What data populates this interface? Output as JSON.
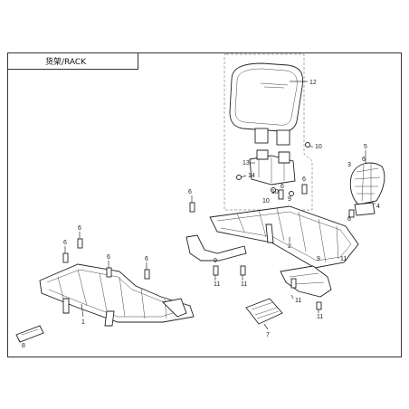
{
  "diagram": {
    "title": "货架/RACK",
    "callouts": {
      "c1": "1",
      "c2": "2",
      "c3": "3",
      "c4": "4",
      "c5": "5",
      "c6a": "6",
      "c6b": "6",
      "c6c": "6",
      "c6d": "6",
      "c6e": "6",
      "c6f": "6",
      "c6g": "6",
      "c6h": "6",
      "c6i": "6",
      "c7": "7",
      "c8": "8",
      "c9a": "9",
      "c9b": "9",
      "c9c": "9",
      "c10a": "10",
      "c10b": "10",
      "c10c": "10",
      "c11a": "11",
      "c11b": "11",
      "c11c": "11",
      "c11d": "11",
      "c11e": "11",
      "c12": "12",
      "c13": "13",
      "c14": "14"
    }
  }
}
